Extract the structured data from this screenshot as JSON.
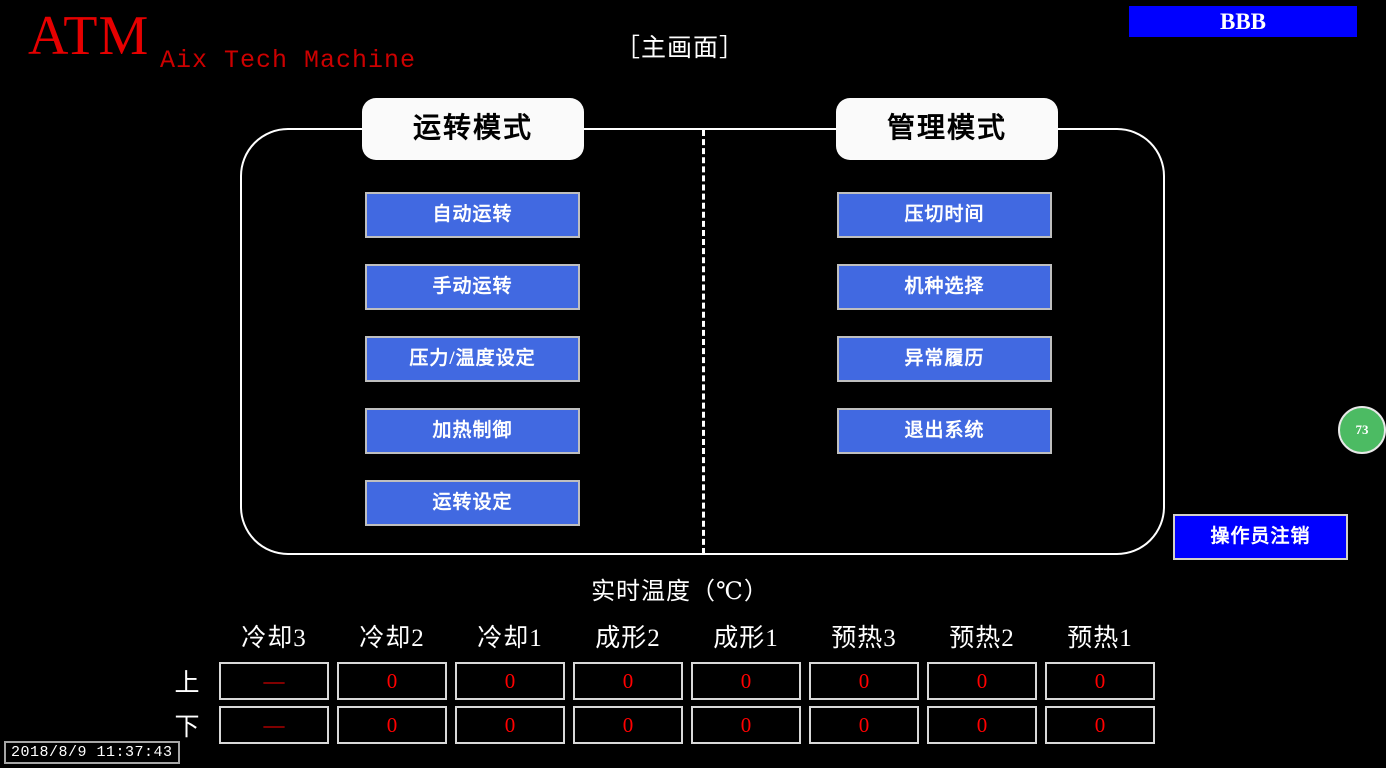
{
  "header": {
    "logo_main": "ATM",
    "logo_sub": "Aix Tech Machine",
    "page_title": "［主画面］",
    "company_badge": "BBB",
    "badge_color": "#0000ff"
  },
  "panel": {
    "left_tab": "运转模式",
    "right_tab": "管理模式",
    "button_color": "#4169e1",
    "left_buttons": [
      {
        "label": "自动运转"
      },
      {
        "label": "手动运转"
      },
      {
        "label": "压力/温度设定"
      },
      {
        "label": "加热制御"
      },
      {
        "label": "运转设定"
      }
    ],
    "right_buttons": [
      {
        "label": "压切时间"
      },
      {
        "label": "机种选择"
      },
      {
        "label": "异常履历"
      },
      {
        "label": "退出系统"
      }
    ]
  },
  "logout_button": {
    "label": "操作员注销",
    "color": "#0000ff"
  },
  "status_orb": {
    "label": "73",
    "color": "#4cbb63"
  },
  "temperature": {
    "caption": "实时温度（℃）",
    "columns": [
      "冷却3",
      "冷却2",
      "冷却1",
      "成形2",
      "成形1",
      "预热3",
      "预热2",
      "预热1"
    ],
    "rows": [
      {
        "label": "上",
        "values": [
          "—",
          "0",
          "0",
          "0",
          "0",
          "0",
          "0",
          "0"
        ]
      },
      {
        "label": "下",
        "values": [
          "—",
          "0",
          "0",
          "0",
          "0",
          "0",
          "0",
          "0"
        ]
      }
    ],
    "value_color": "#ff0000"
  },
  "clock": {
    "datetime": "2018/8/9 11:37:43"
  }
}
